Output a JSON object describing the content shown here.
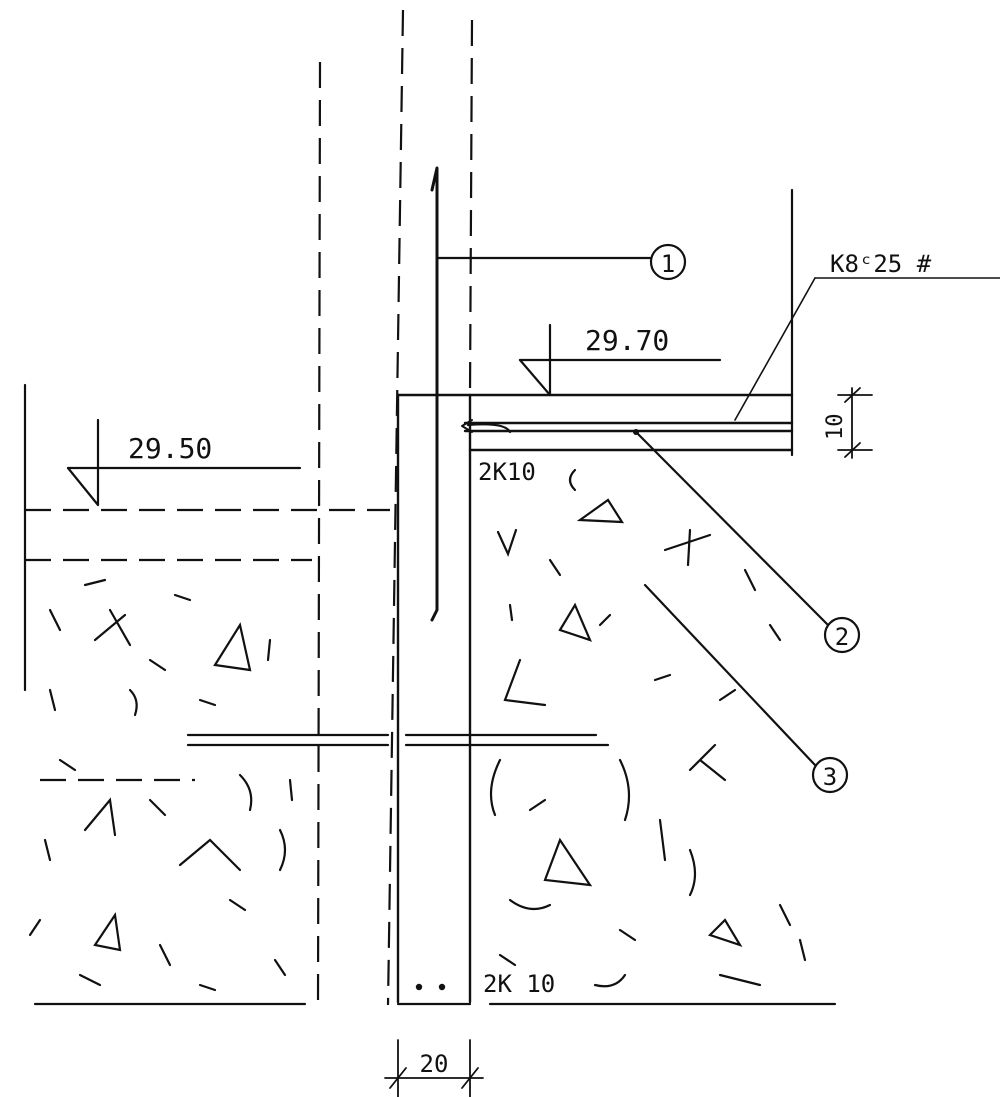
{
  "drawing": {
    "elevations": {
      "upper": "29.70",
      "lower": "29.50"
    },
    "rebar_labels": {
      "slab_bottom": "2K10",
      "wall_bottom": "2K 10",
      "mesh": "K8ᶜ25 #"
    },
    "dimensions": {
      "wall_thickness": "20",
      "slab_thickness": "10"
    },
    "callouts": [
      "1",
      "2",
      "3"
    ]
  }
}
